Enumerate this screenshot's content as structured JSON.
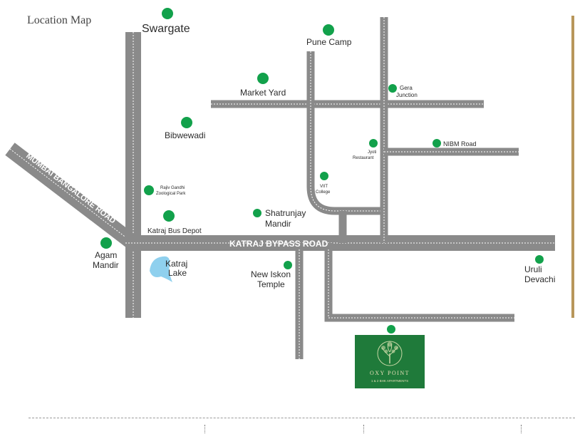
{
  "title": "Location Map",
  "roads": {
    "mumbai_bangalore": "MUMBAI BANGALORE ROAD",
    "katraj_bypass": "KATRAJ BYPASS ROAD"
  },
  "landmarks": {
    "swargate": "Swargate",
    "pune_camp": "Pune Camp",
    "market_yard": "Market Yard",
    "gera_junction_1": "Gera",
    "gera_junction_2": "Junction",
    "bibwewadi": "Bibwewadi",
    "jyoti_1": "Jyoti",
    "jyoti_2": "Restaurant",
    "nibm_road": "NIBM Road",
    "viit_1": "VIIT",
    "viit_2": "College",
    "rajiv_1": "Rajiv Gandhi",
    "rajiv_2": "Zoological Park",
    "katraj_bus_depot": "Katraj Bus Depot",
    "shatrunjay_1": "Shatrunjay",
    "shatrunjay_2": "Mandir",
    "agam_1": "Agam",
    "agam_2": "Mandir",
    "katraj_lake_1": "Katraj",
    "katraj_lake_2": "Lake",
    "new_iskon_1": "New Iskon",
    "new_iskon_2": "Temple",
    "uruli_1": "Uruli",
    "uruli_2": "Devachi"
  },
  "project": {
    "name": "OXY POINT",
    "tagline": "1 & 2 BHK APARTMENTS"
  },
  "colors": {
    "road": "#8a8a8a",
    "marker": "#12a14b",
    "lake": "#8fd0ee",
    "project_box": "#1f7a3a",
    "brand_line": "#b8965a"
  }
}
